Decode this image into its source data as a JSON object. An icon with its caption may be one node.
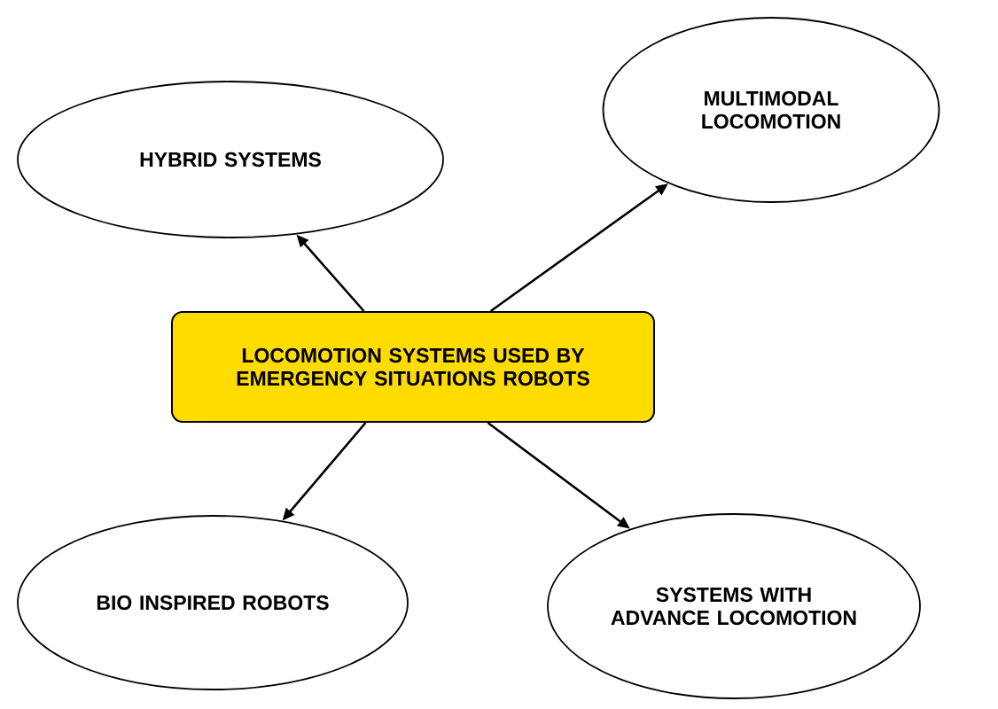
{
  "diagram": {
    "nodes": [
      {
        "text": [
          "LOCOMOTION SYSTEMS USED BY EMERGENCY SITUATIONS ROBOTS"
        ]
      },
      {
        "text": [
          "HYBRID SYSTEMS"
        ]
      },
      {
        "text": [
          "MULTIMODAL LOCOMOTION"
        ]
      },
      {
        "text": [
          "BIO INSPIRED ROBOTS"
        ]
      },
      {
        "text": [
          "SYSTEMS WITH ADVANCE LOCOMOTION"
        ]
      }
    ],
    "edges": [
      {
        "from": 0,
        "to": 1,
        "arrow": "to"
      },
      {
        "from": 0,
        "to": 2,
        "arrow": "to"
      },
      {
        "from": 0,
        "to": 3,
        "arrow": "to"
      },
      {
        "from": 0,
        "to": 4,
        "arrow": "to"
      }
    ]
  }
}
